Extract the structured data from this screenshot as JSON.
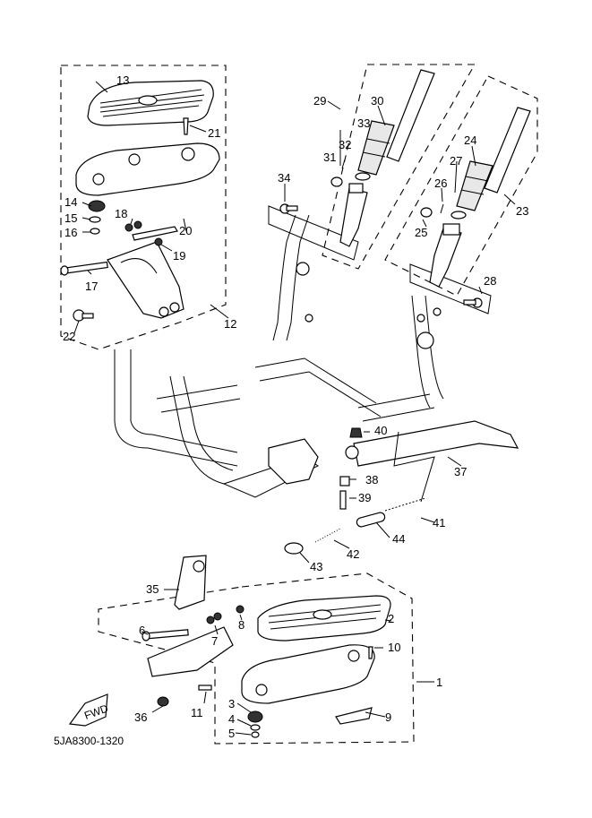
{
  "diagram": {
    "code": "5JA8300-1320",
    "fwd_label": "FWD",
    "groups": [
      {
        "id": "12",
        "members": [
          "13",
          "14",
          "15",
          "16",
          "17",
          "18",
          "19",
          "20",
          "21",
          "22"
        ]
      },
      {
        "id": "29",
        "members": [
          "30",
          "31",
          "32",
          "33"
        ]
      },
      {
        "id": "23",
        "members": [
          "24",
          "25",
          "26",
          "27"
        ]
      },
      {
        "id": "1",
        "members": [
          "2",
          "3",
          "4",
          "5",
          "6",
          "7",
          "8",
          "9",
          "10",
          "11"
        ]
      }
    ],
    "parts": {
      "p1": "1",
      "p2": "2",
      "p3": "3",
      "p4": "4",
      "p5": "5",
      "p6": "6",
      "p7": "7",
      "p8": "8",
      "p9": "9",
      "p10": "10",
      "p11": "11",
      "p12": "12",
      "p13": "13",
      "p14": "14",
      "p15": "15",
      "p16": "16",
      "p17": "17",
      "p18": "18",
      "p19": "19",
      "p20": "20",
      "p21": "21",
      "p22": "22",
      "p23": "23",
      "p24": "24",
      "p25": "25",
      "p26": "26",
      "p27": "27",
      "p28": "28",
      "p29": "29",
      "p30": "30",
      "p31": "31",
      "p32": "32",
      "p33": "33",
      "p34": "34",
      "p35": "35",
      "p36": "36",
      "p37": "37",
      "p38": "38",
      "p39": "39",
      "p40": "40",
      "p41": "41",
      "p42": "42",
      "p43": "43",
      "p44": "44"
    }
  }
}
